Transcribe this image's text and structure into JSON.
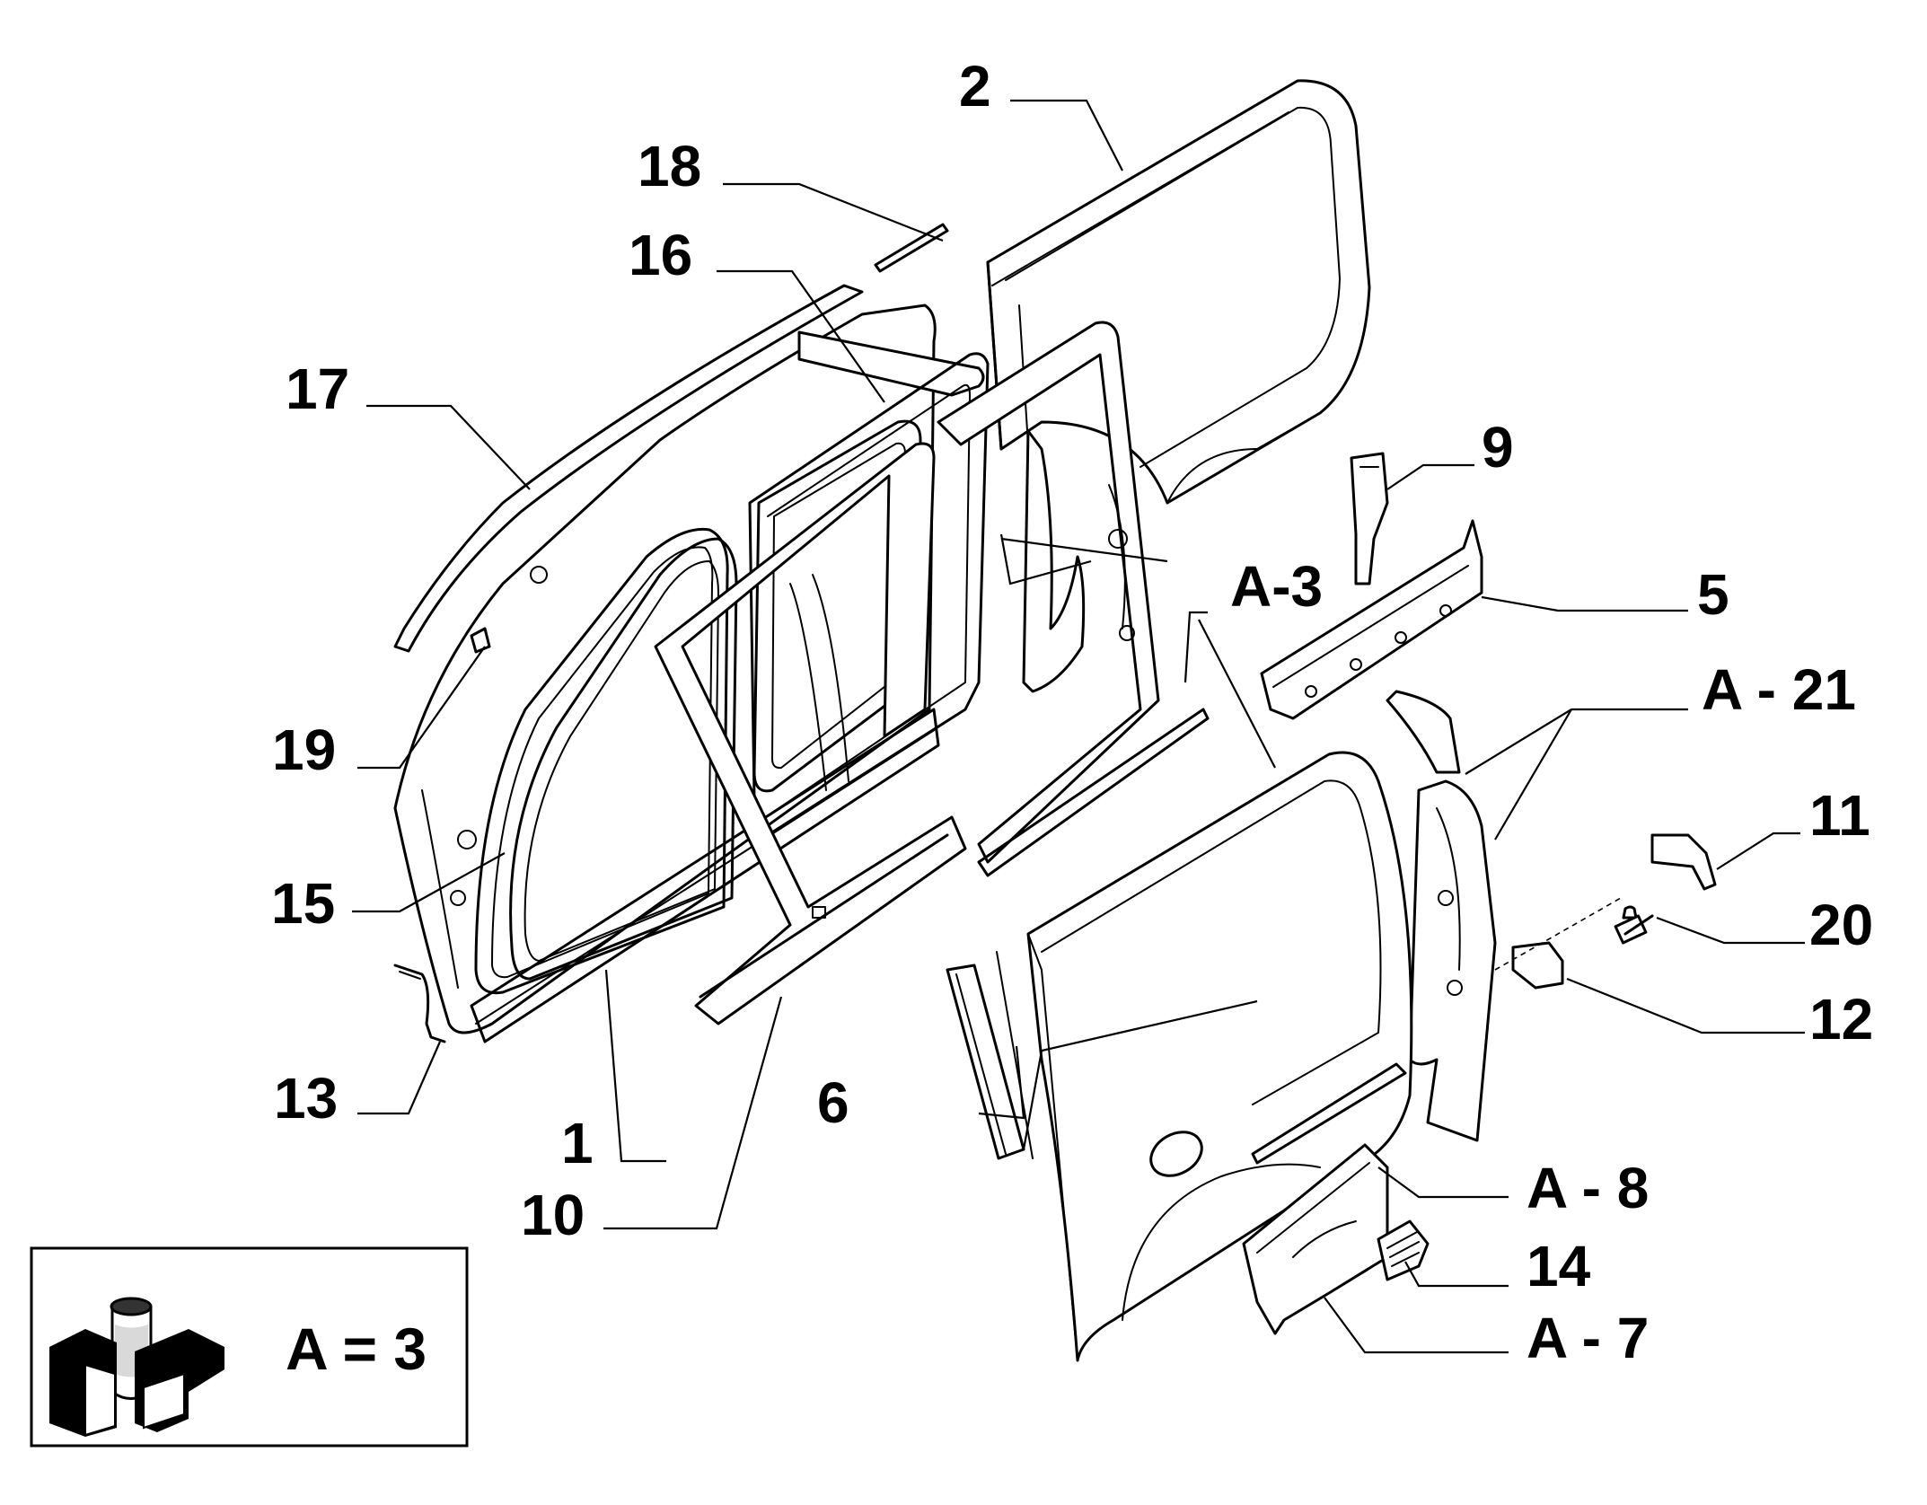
{
  "callouts": {
    "c1": "1",
    "c2": "2",
    "c5": "5",
    "c6": "6",
    "c9": "9",
    "c10": "10",
    "c11": "11",
    "c12": "12",
    "c13": "13",
    "c14": "14",
    "c15": "15",
    "c16": "16",
    "c17": "17",
    "c18": "18",
    "c19": "19",
    "c20": "20",
    "cA3": "A-3",
    "cA7": "A - 7",
    "cA8": "A - 8",
    "cA21": "A - 21"
  },
  "legend": {
    "formula": "A = 3",
    "icon": "fiat-sealant-can-icon"
  },
  "colors": {
    "line": "#000000",
    "background": "#ffffff"
  }
}
